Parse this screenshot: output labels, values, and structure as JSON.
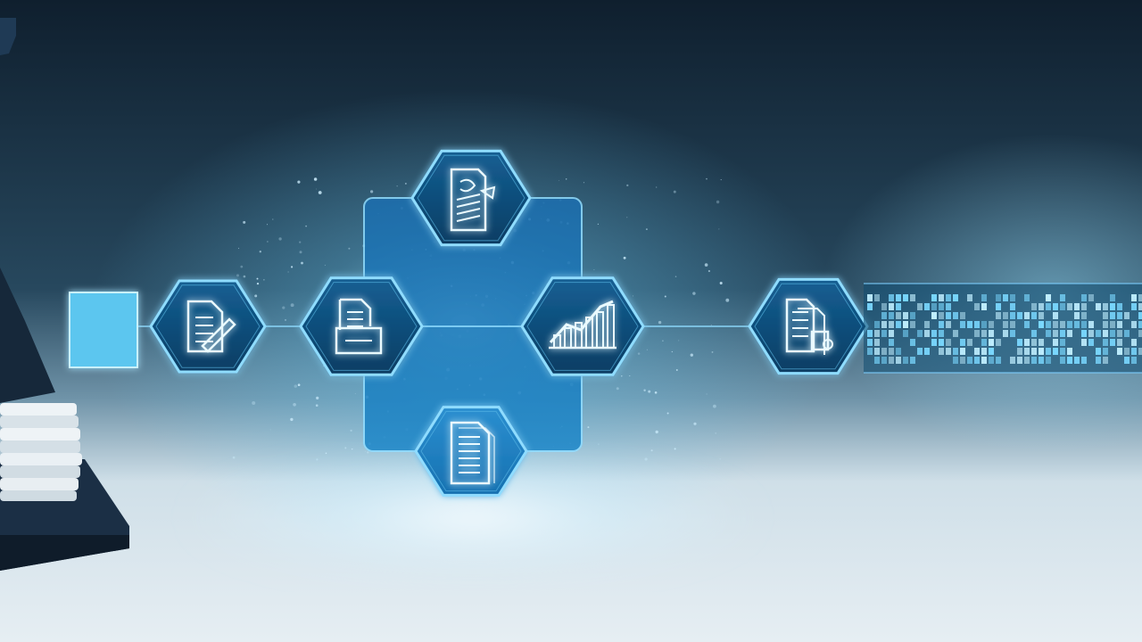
{
  "scene": {
    "palette": {
      "background_top": "#0f1f2e",
      "background_mid": "#2a4a60",
      "floor": "#dce8ef",
      "glow": "#7fd6ff",
      "hex_fill": "#0d4d78",
      "hex_stroke": "#8fdcff",
      "panel_fill": "#1a6aa6",
      "icon_stroke": "#eafaff",
      "device_dark": "#1c2e42"
    },
    "nodes": [
      {
        "id": "source-square",
        "icon": "square-icon"
      },
      {
        "id": "document-edit",
        "icon": "document-edit-icon"
      },
      {
        "id": "document-folder",
        "icon": "document-folder-icon"
      },
      {
        "id": "document-pen-top",
        "icon": "document-pen-icon"
      },
      {
        "id": "chart-growth",
        "icon": "chart-growth-icon"
      },
      {
        "id": "document-lines-bottom",
        "icon": "document-lines-icon"
      },
      {
        "id": "folder-files",
        "icon": "folder-files-icon"
      },
      {
        "id": "data-panel",
        "icon": "data-bars-icon"
      }
    ]
  }
}
